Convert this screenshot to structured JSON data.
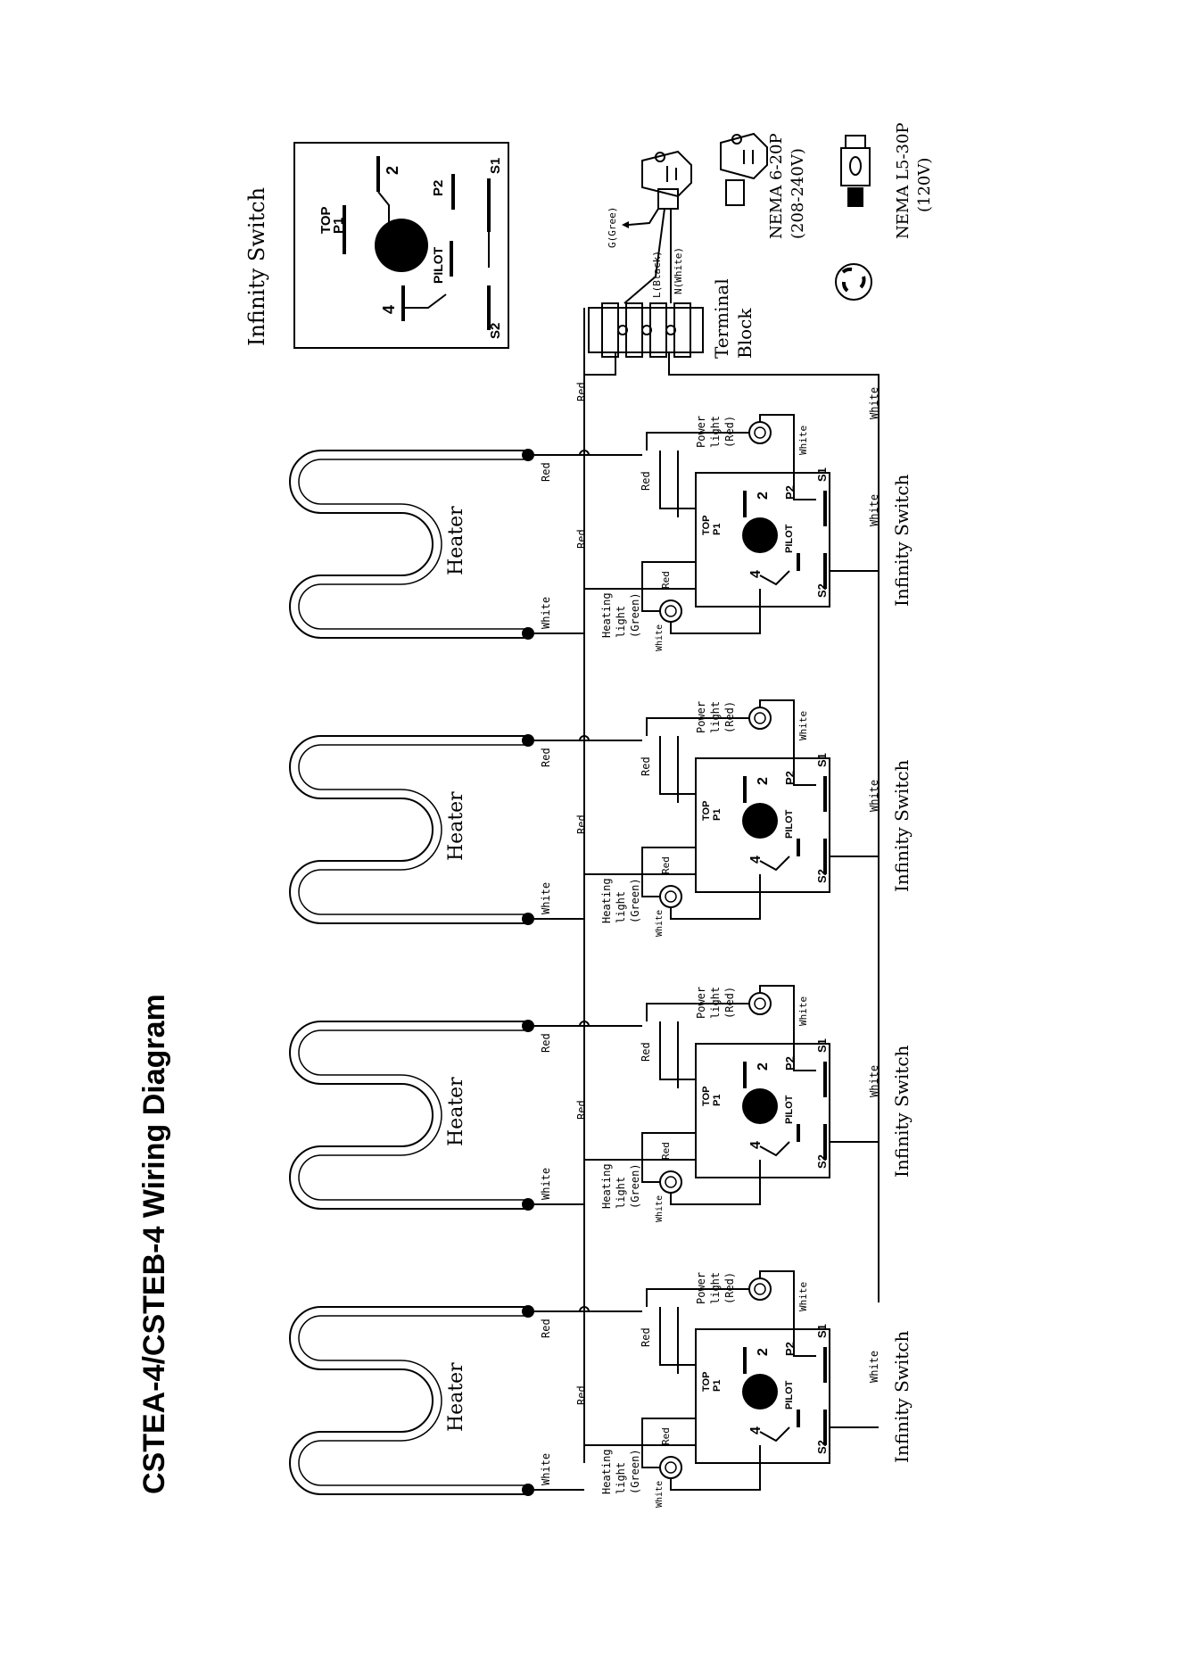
{
  "title": "CSTEA-4/CSTEB-4 Wiring Diagram",
  "legend": {
    "heading": "Infinity Switch",
    "top": "TOP",
    "p1": "P1",
    "p2": "P2",
    "two": "2",
    "four": "4",
    "pilot": "PILOT",
    "s1": "S1",
    "s2": "S2"
  },
  "plugs": {
    "nema620": "NEMA 6-20P",
    "v620": "(208-240V)",
    "nemal530": "NEMA L5-30P",
    "vl530": "(120V)"
  },
  "wires": {
    "ground": "G(Gree)",
    "line": "L(Black)",
    "neutral": "N(White)",
    "red": "Red",
    "white": "White"
  },
  "terminal_block": {
    "line1": "Terminal",
    "line2": "Block"
  },
  "heater": {
    "label": "Heater"
  },
  "switch": {
    "label": "Infinity Switch"
  },
  "power_light": {
    "l1": "Power",
    "l2": "light",
    "l3": "(Red)"
  },
  "heating_light": {
    "l1": "Heating",
    "l2": "light",
    "l3": "(Green)"
  },
  "units": [
    {
      "id": 1
    },
    {
      "id": 2
    },
    {
      "id": 3
    },
    {
      "id": 4
    }
  ]
}
